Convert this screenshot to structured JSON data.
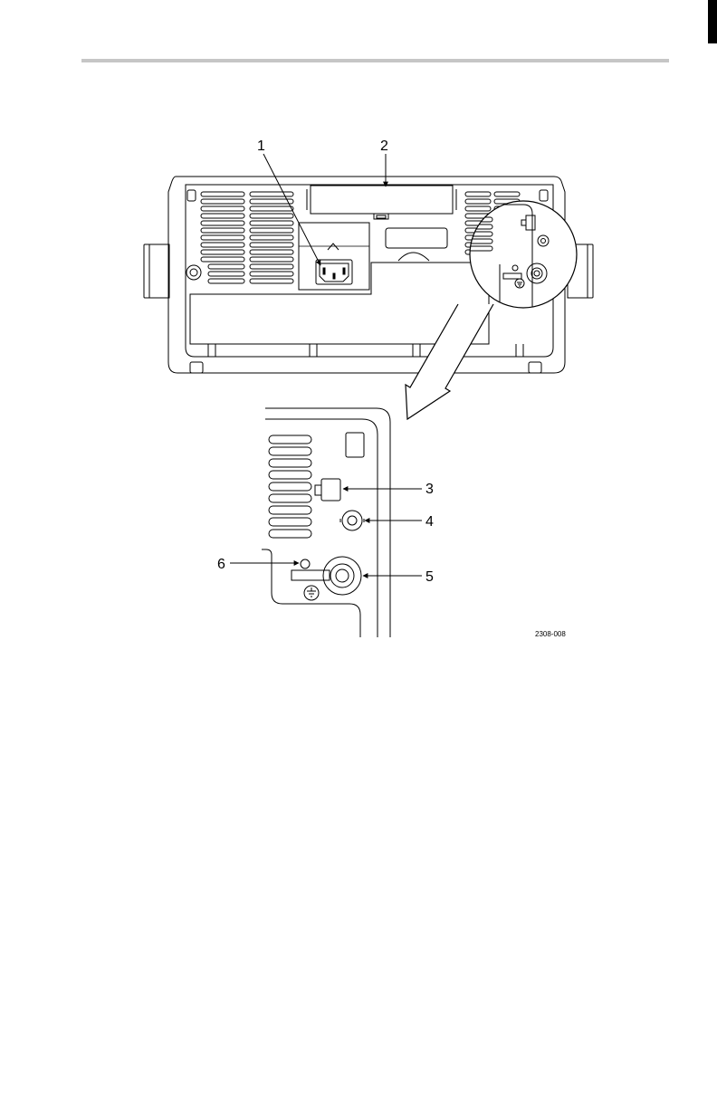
{
  "figure": {
    "callouts": {
      "c1": "1",
      "c2": "2",
      "c3": "3",
      "c4": "4",
      "c5": "5",
      "c6": "6"
    },
    "figure_id": "2308-008"
  }
}
